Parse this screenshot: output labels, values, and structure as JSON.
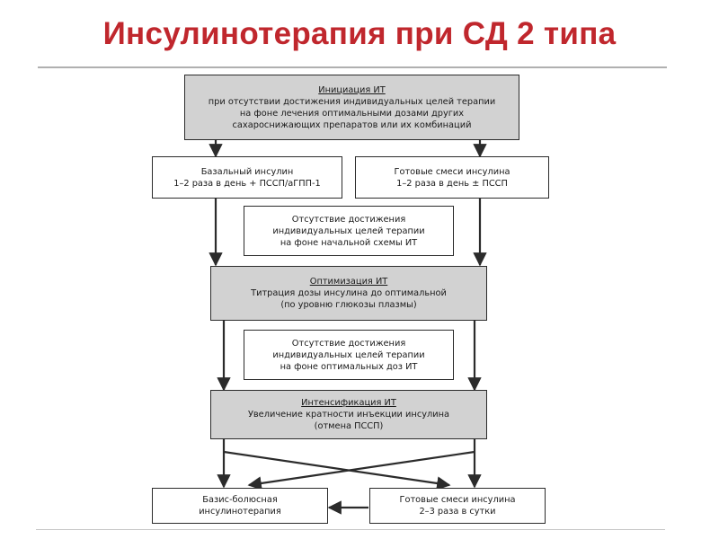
{
  "title": "Инсулинотерапия при СД 2 типа",
  "colors": {
    "title": "#c0272d",
    "grey_box": "#d2d2d2",
    "line": "#2b2b2b"
  },
  "boxes": {
    "initiation": {
      "heading": "Инициация ИТ",
      "lines": [
        "при отсутствии достижения индивидуальных целей терапии",
        "на фоне лечения оптимальными дозами других",
        "сахароснижающих препаратов или их комбинаций"
      ]
    },
    "basal": {
      "lines": [
        "Базальный инсулин",
        "1–2 раза в день + ПССП/аГПП-1"
      ]
    },
    "mix_start": {
      "lines": [
        "Готовые смеси инсулина",
        "1–2 раза в день ± ПССП"
      ]
    },
    "fail_start": {
      "lines": [
        "Отсутствие достижения",
        "индивидуальных целей терапии",
        "на фоне начальной схемы ИТ"
      ]
    },
    "optimization": {
      "heading": "Оптимизация ИТ",
      "lines": [
        "Титрация дозы инсулина до оптимальной",
        "(по уровню глюкозы плазмы)"
      ]
    },
    "fail_opt": {
      "lines": [
        "Отсутствие достижения",
        "индивидуальных целей терапии",
        "на фоне оптимальных доз ИТ"
      ]
    },
    "intensification": {
      "heading": "Интенсификация ИТ",
      "lines": [
        "Увеличение кратности инъекции инсулина",
        "(отмена ПССП)"
      ]
    },
    "basis_bolus": {
      "lines": [
        "Базис-болюсная",
        "инсулинотерапия"
      ]
    },
    "mix_end": {
      "lines": [
        "Готовые смеси инсулина",
        "2–3 раза в сутки"
      ]
    }
  }
}
